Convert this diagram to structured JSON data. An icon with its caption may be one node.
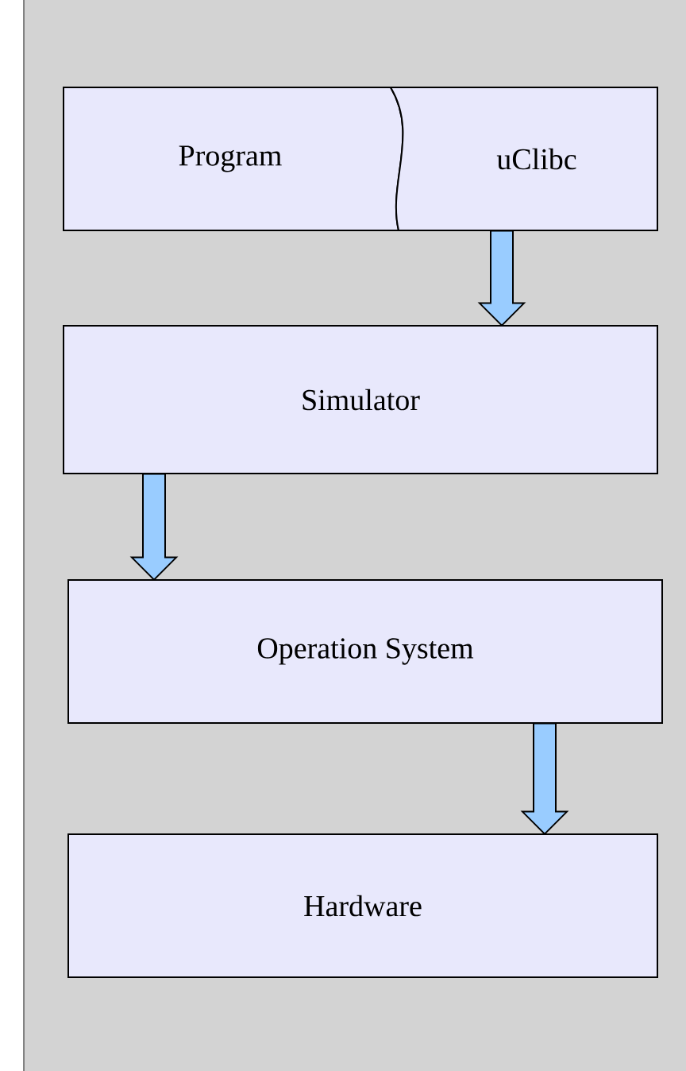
{
  "diagram": {
    "nodes": [
      {
        "text": [
          "Program"
        ]
      },
      {
        "text": [
          "uClibc"
        ]
      },
      {
        "text": [
          "Simulator"
        ]
      },
      {
        "text": [
          "Operation System"
        ]
      },
      {
        "text": [
          "Hardware"
        ]
      }
    ],
    "edges": [
      {
        "from": 1,
        "to": 2,
        "arrow": "to"
      },
      {
        "from": 2,
        "to": 3,
        "arrow": "to"
      },
      {
        "from": 3,
        "to": 4,
        "arrow": "to"
      }
    ]
  }
}
